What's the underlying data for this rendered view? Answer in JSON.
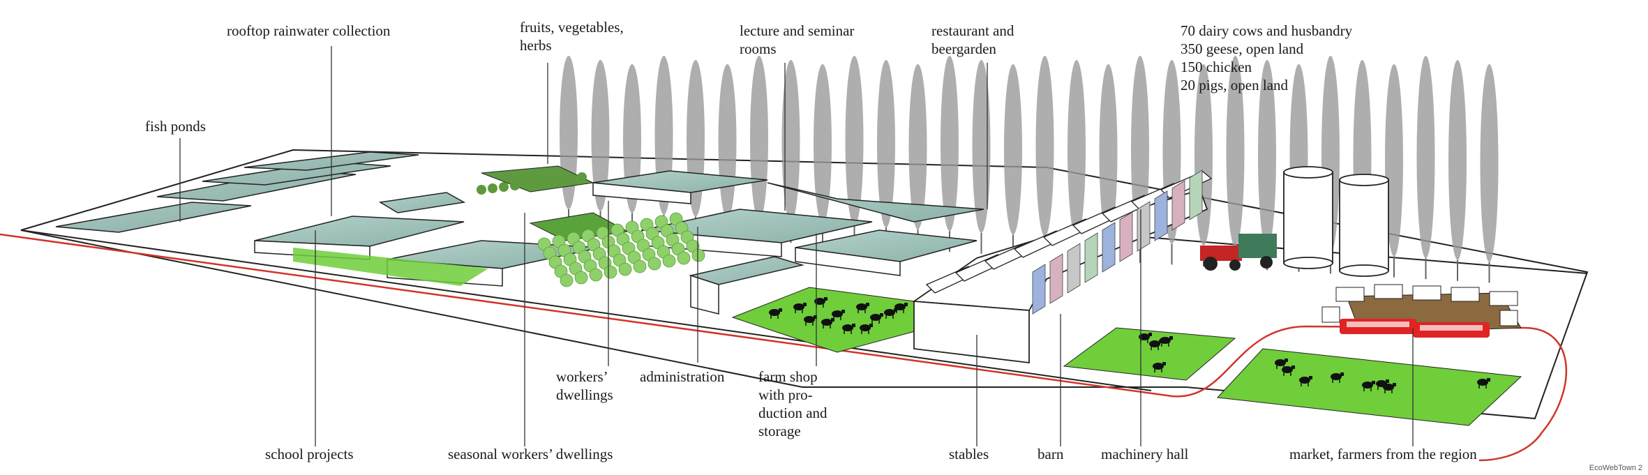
{
  "labels": {
    "rooftop_rainwater": "rooftop rainwater collection",
    "fruits_vegetables": "fruits, vegetables,\nherbs",
    "lecture_rooms": "lecture and seminar\nrooms",
    "restaurant": "restaurant and\nbeergarden",
    "animals": "70 dairy cows and husbandry\n350 geese, open land\n150 chicken\n20 pigs, open land",
    "fish_ponds": "fish ponds",
    "workers_dwellings": "workers’\ndwellings",
    "administration": "administration",
    "farm_shop": "farm shop\nwith pro-\nduction and\nstorage",
    "school_projects": "school projects",
    "seasonal_workers": "seasonal workers’ dwellings",
    "stables": "stables",
    "barn": "barn",
    "machinery_hall": "machinery hall",
    "market": "market, farmers from the region"
  },
  "credit": "EcoWebTown 2",
  "colors": {
    "roof": "#9cbfb6",
    "grass": "#6fce3a",
    "field": "#58b532",
    "poplar": "#8a8a8a",
    "boundary": "#d0342a",
    "tractor": "#c42525",
    "tram": "#e02323",
    "line": "#333333"
  }
}
